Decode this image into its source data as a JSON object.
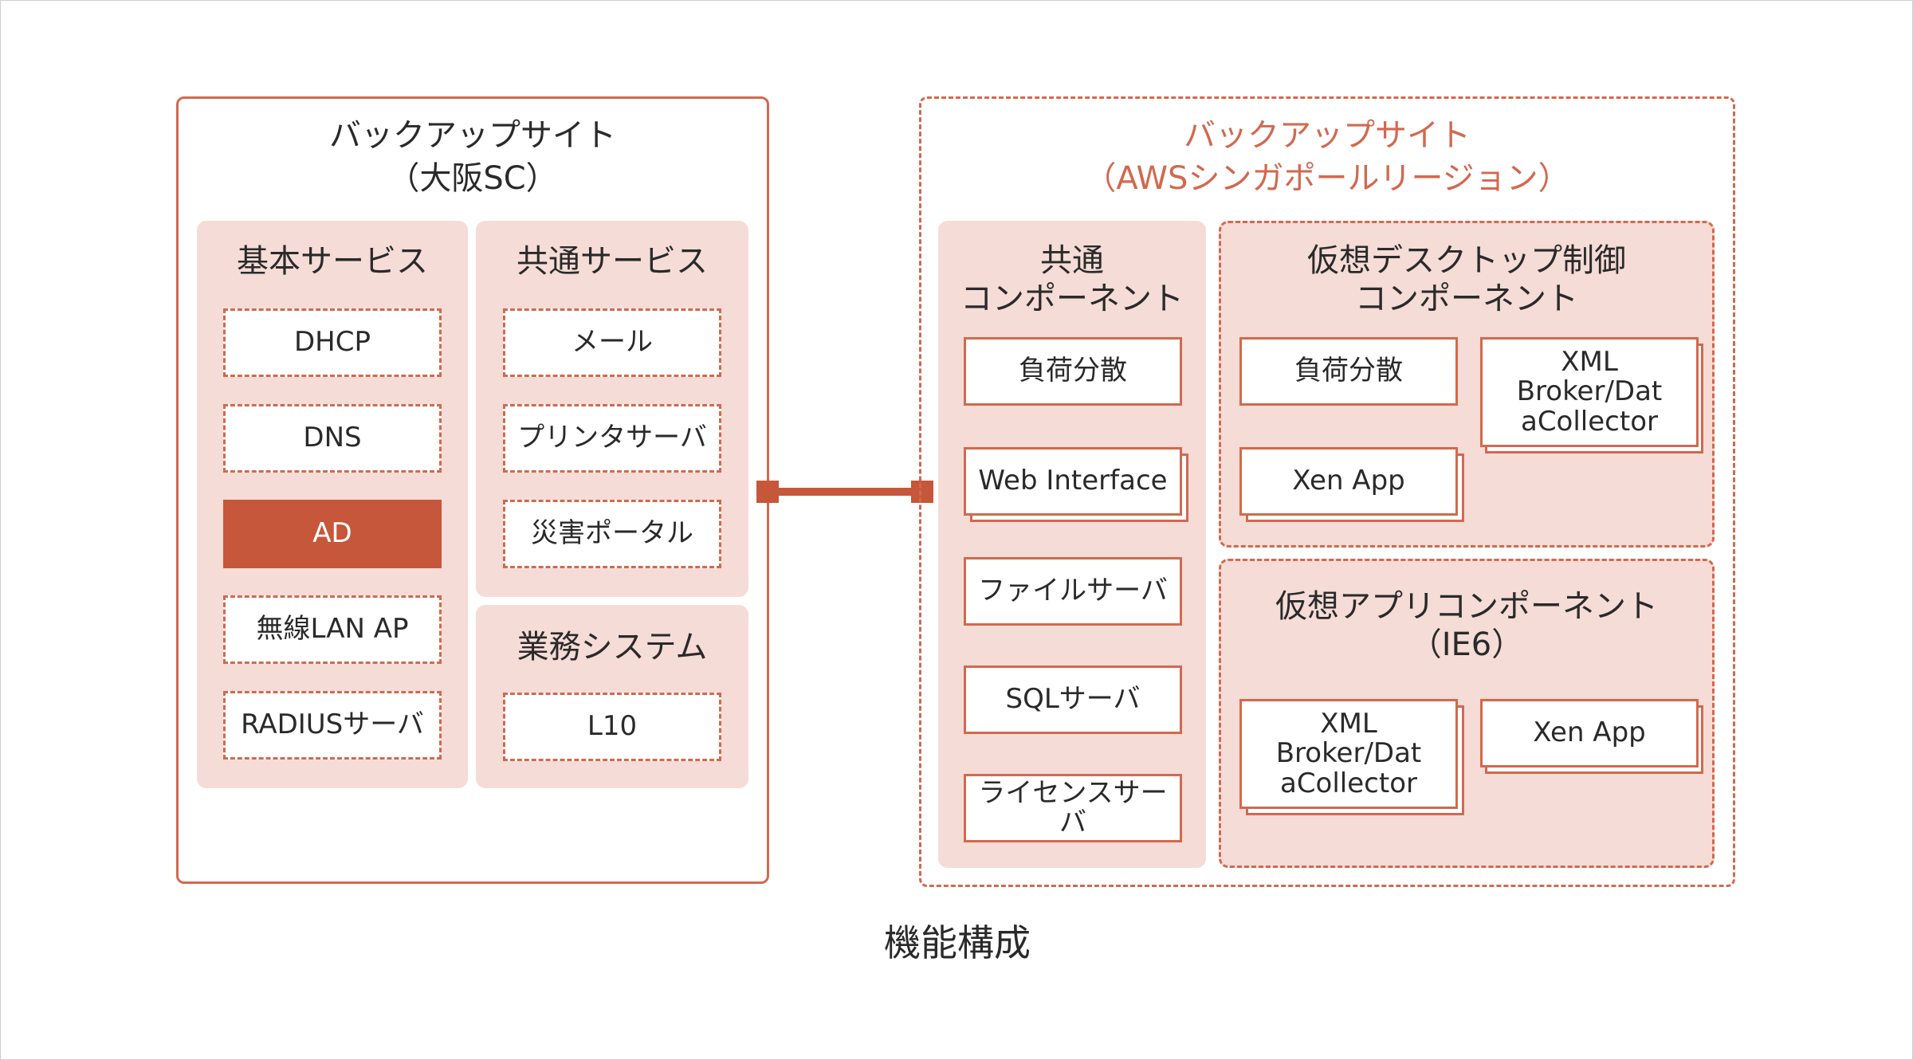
{
  "caption": "機能構成",
  "colors": {
    "accent": "#d2694f",
    "panel_bg": "#f5dcd6",
    "active_bg": "#c6573a"
  },
  "left_site": {
    "title": "バックアップサイト\n（大阪SC）",
    "basic_services": {
      "title": "基本サービス",
      "items": [
        "DHCP",
        "DNS",
        "AD",
        "無線LAN AP",
        "RADIUSサーバ"
      ]
    },
    "common_services": {
      "title": "共通サービス",
      "items": [
        "メール",
        "プリンタサーバ",
        "災害ポータル"
      ]
    },
    "business_systems": {
      "title": "業務システム",
      "items": [
        "L10"
      ]
    }
  },
  "right_site": {
    "title": "バックアップサイト\n（AWSシンガポールリージョン）",
    "common_components": {
      "title": "共通\nコンポーネント",
      "items": [
        "負荷分散",
        "Web Interface",
        "ファイルサーバ",
        "SQLサーバ",
        "ライセンスサーバ"
      ]
    },
    "vdi_components": {
      "title": "仮想デスクトップ制御\nコンポーネント",
      "items": [
        "負荷分散",
        "XML\nBroker/Dat\naCollector",
        "Xen App"
      ]
    },
    "app_components": {
      "title": "仮想アプリコンポーネント\n（IE6）",
      "items": [
        "XML\nBroker/Dat\naCollector",
        "Xen App"
      ]
    }
  }
}
